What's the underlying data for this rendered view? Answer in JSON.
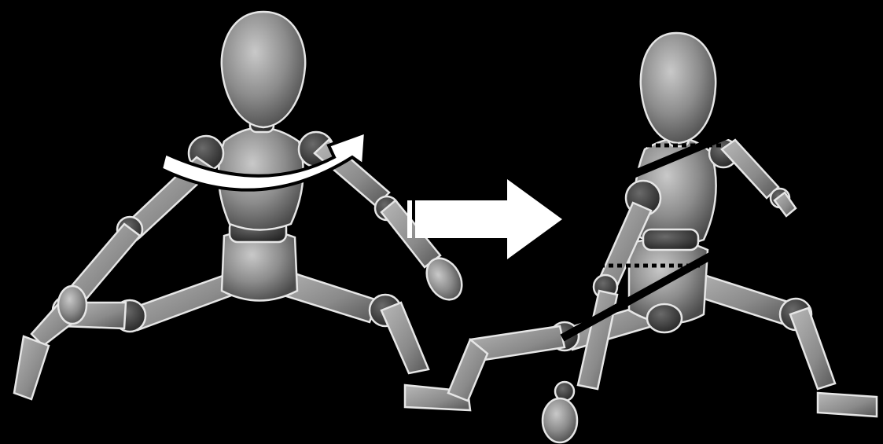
{
  "figure": {
    "background": "#000000",
    "body_color": "#8a8a8a",
    "joint_color": "#3a3a3a",
    "outline_color": "#ffffff",
    "arrow_color": "#ffffff",
    "line_color": "#000000"
  },
  "panels": [
    {
      "name": "pose-before",
      "annotation": "rotation-arrow"
    },
    {
      "name": "pose-after",
      "annotation": "tilted-axis-lines"
    }
  ],
  "transition": {
    "icon": "right-arrow-icon"
  }
}
